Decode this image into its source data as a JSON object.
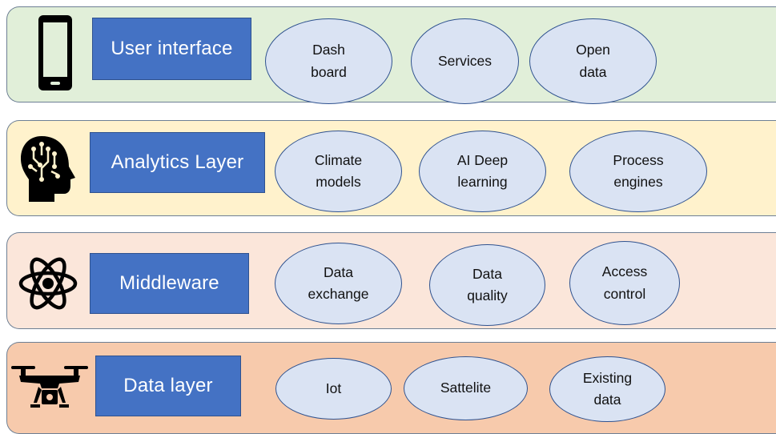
{
  "layers": [
    {
      "title": "User interface",
      "icon": "smartphone-icon",
      "items": [
        {
          "label": "Dash\nboard"
        },
        {
          "label": "Services"
        },
        {
          "label": "Open\ndata"
        }
      ]
    },
    {
      "title": "Analytics Layer",
      "icon": "brain-head-icon",
      "items": [
        {
          "label": "Climate\nmodels"
        },
        {
          "label": "AI Deep\nlearning"
        },
        {
          "label": "Process\nengines"
        }
      ]
    },
    {
      "title": "Middleware",
      "icon": "atom-icon",
      "items": [
        {
          "label": "Data\nexchange"
        },
        {
          "label": "Data\nquality"
        },
        {
          "label": "Access\ncontrol"
        }
      ]
    },
    {
      "title": "Data layer",
      "icon": "drone-icon",
      "items": [
        {
          "label": "Iot"
        },
        {
          "label": "Sattelite"
        },
        {
          "label": "Existing\ndata"
        }
      ]
    }
  ],
  "colors": {
    "title_box": "#4472c4",
    "ellipse_fill": "#dae3f3",
    "ellipse_border": "#2f528f",
    "user_interface_band": "#e1efd9",
    "analytics_band": "#fff2cc",
    "middleware_band": "#fbe6da",
    "data_band": "#f7caac"
  }
}
